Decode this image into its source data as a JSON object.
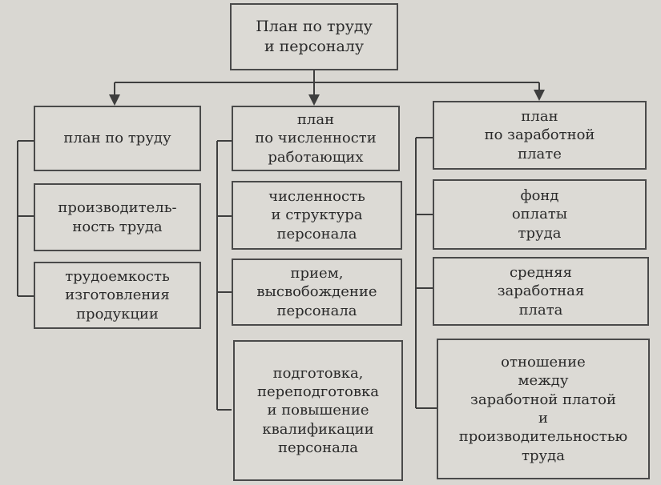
{
  "root": {
    "label": "План по труду\nи персоналу"
  },
  "columns": [
    {
      "header": "план по труду",
      "items": [
        "производитель-\nность труда",
        "трудоемкость\nизготовления\nпродукции"
      ]
    },
    {
      "header": "план\nпо численности\nработающих",
      "items": [
        "численность\nи структура\nперсонала",
        "прием,\nвысвобождение\nперсонала",
        "подготовка,\nпереподготовка\nи повышение\nквалификации\nперсонала"
      ]
    },
    {
      "header": "план\nпо заработной\nплате",
      "items": [
        "фонд\nоплаты\nтруда",
        "средняя\nзаработная\nплата",
        "отношение\nмежду\nзаработной платой\nи\nпроизводительностью\nтруда"
      ]
    }
  ]
}
